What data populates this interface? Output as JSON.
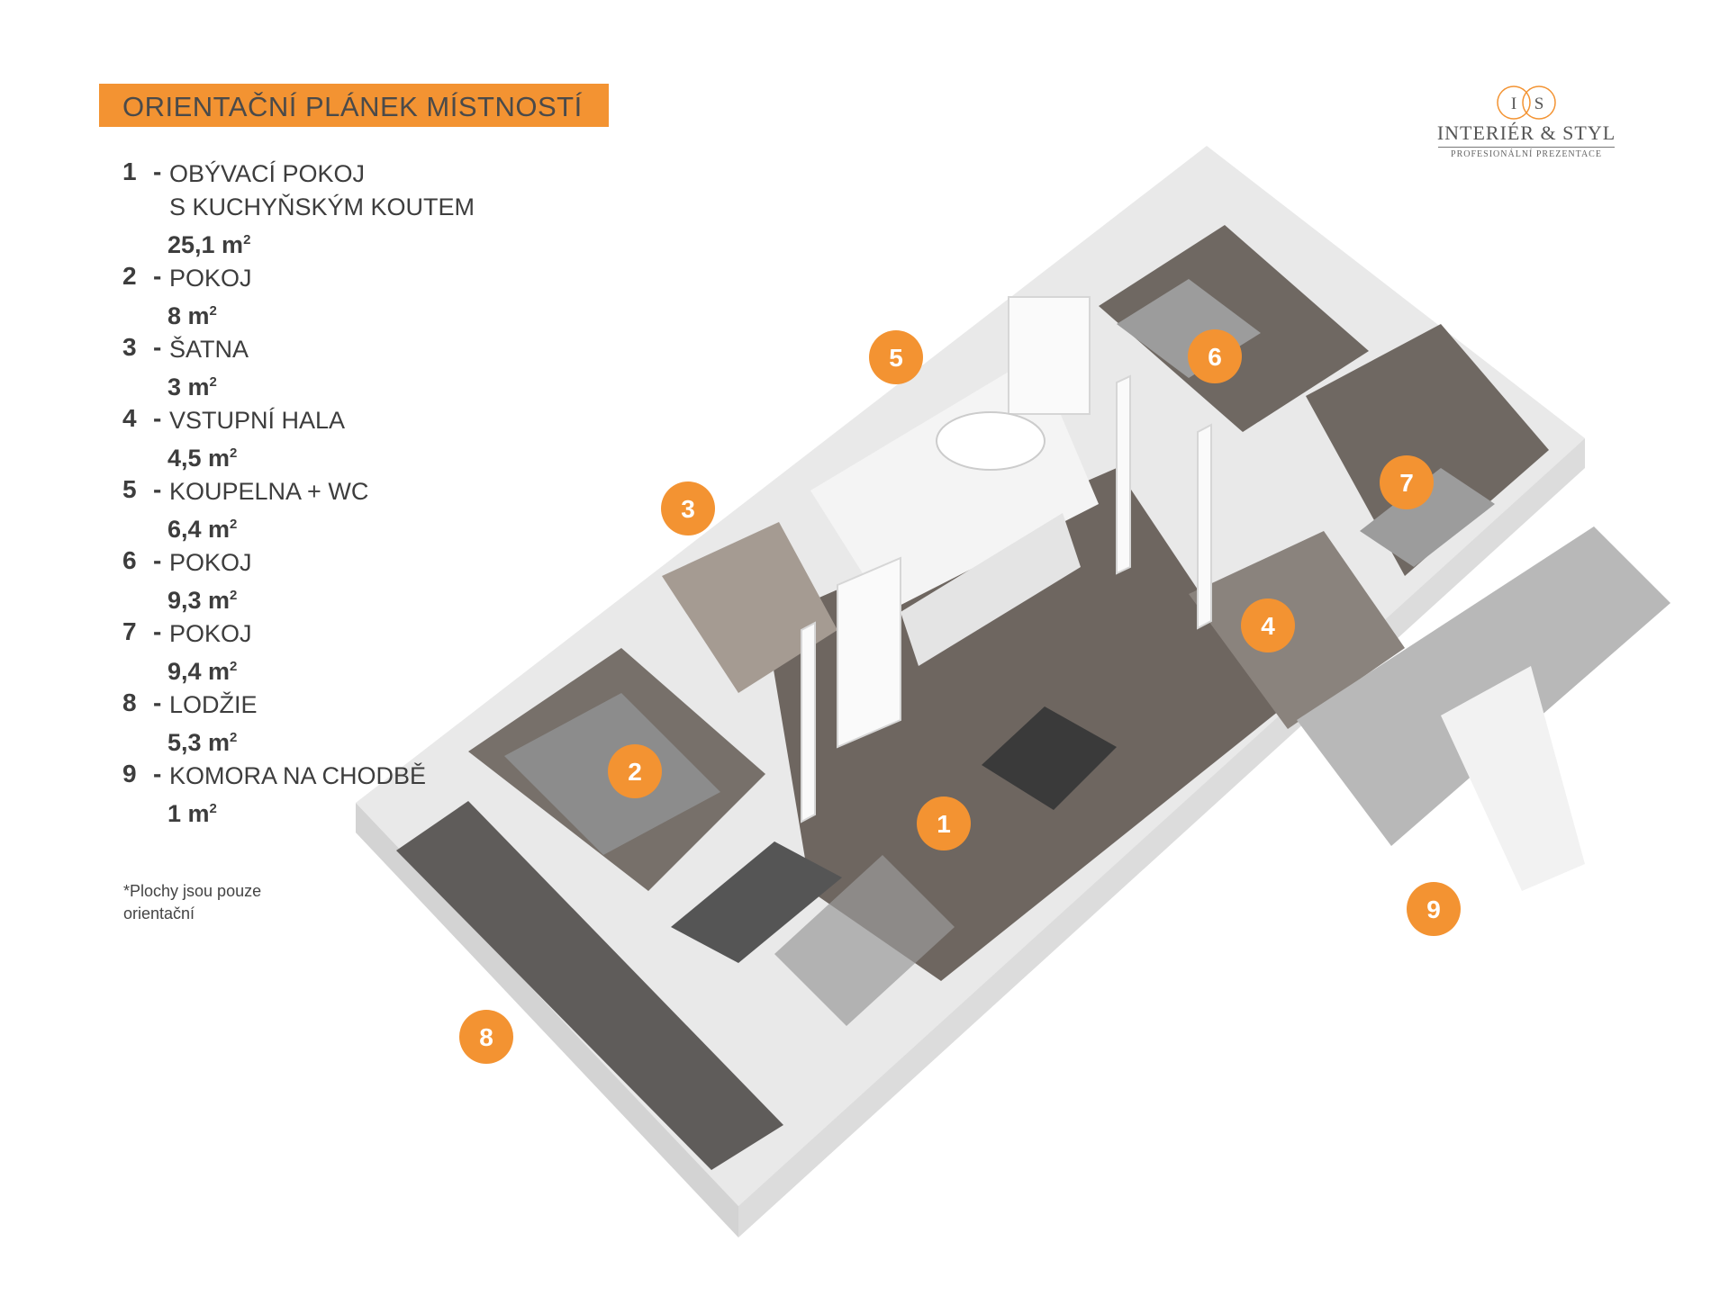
{
  "title": "ORIENTAČNÍ PLÁNEK MÍSTNOSTÍ",
  "logo": {
    "monogram_left": "I",
    "monogram_right": "S",
    "name": "INTERIÉR & STYL",
    "tagline": "PROFESIONÁLNÍ PREZENTACE"
  },
  "rooms": [
    {
      "number": "1",
      "dash": "-",
      "name_line1": "OBÝVACÍ POKOJ",
      "name_line2": "S KUCHYŇSKÝM KOUTEM",
      "area": "25,1 m",
      "unit_sup": "2"
    },
    {
      "number": "2",
      "dash": "-",
      "name_line1": "POKOJ",
      "name_line2": "",
      "area": "8 m",
      "unit_sup": "2"
    },
    {
      "number": "3",
      "dash": "-",
      "name_line1": "ŠATNA",
      "name_line2": "",
      "area": "3 m",
      "unit_sup": "2"
    },
    {
      "number": "4",
      "dash": "-",
      "name_line1": "VSTUPNÍ HALA",
      "name_line2": "",
      "area": "4,5 m",
      "unit_sup": "2"
    },
    {
      "number": "5",
      "dash": "-",
      "name_line1": "KOUPELNA + WC",
      "name_line2": "",
      "area": "6,4 m",
      "unit_sup": "2"
    },
    {
      "number": "6",
      "dash": "-",
      "name_line1": "POKOJ",
      "name_line2": "",
      "area": "9,3 m",
      "unit_sup": "2"
    },
    {
      "number": "7",
      "dash": "-",
      "name_line1": "POKOJ",
      "name_line2": "",
      "area": "9,4 m",
      "unit_sup": "2"
    },
    {
      "number": "8",
      "dash": "-",
      "name_line1": "LODŽIE",
      "name_line2": "",
      "area": "5,3 m",
      "unit_sup": "2"
    },
    {
      "number": "9",
      "dash": "-",
      "name_line1": "KOMORA NA CHODBĚ",
      "name_line2": "",
      "area": "1 m",
      "unit_sup": "2"
    }
  ],
  "note": "*Plochy jsou pouze\n orientační",
  "markers": [
    "1",
    "2",
    "3",
    "4",
    "5",
    "6",
    "7",
    "8",
    "9"
  ],
  "colors": {
    "accent": "#f39332",
    "floor_wood": "#6e6660",
    "wall": "#eeeeee",
    "text": "#3d3d3d"
  }
}
